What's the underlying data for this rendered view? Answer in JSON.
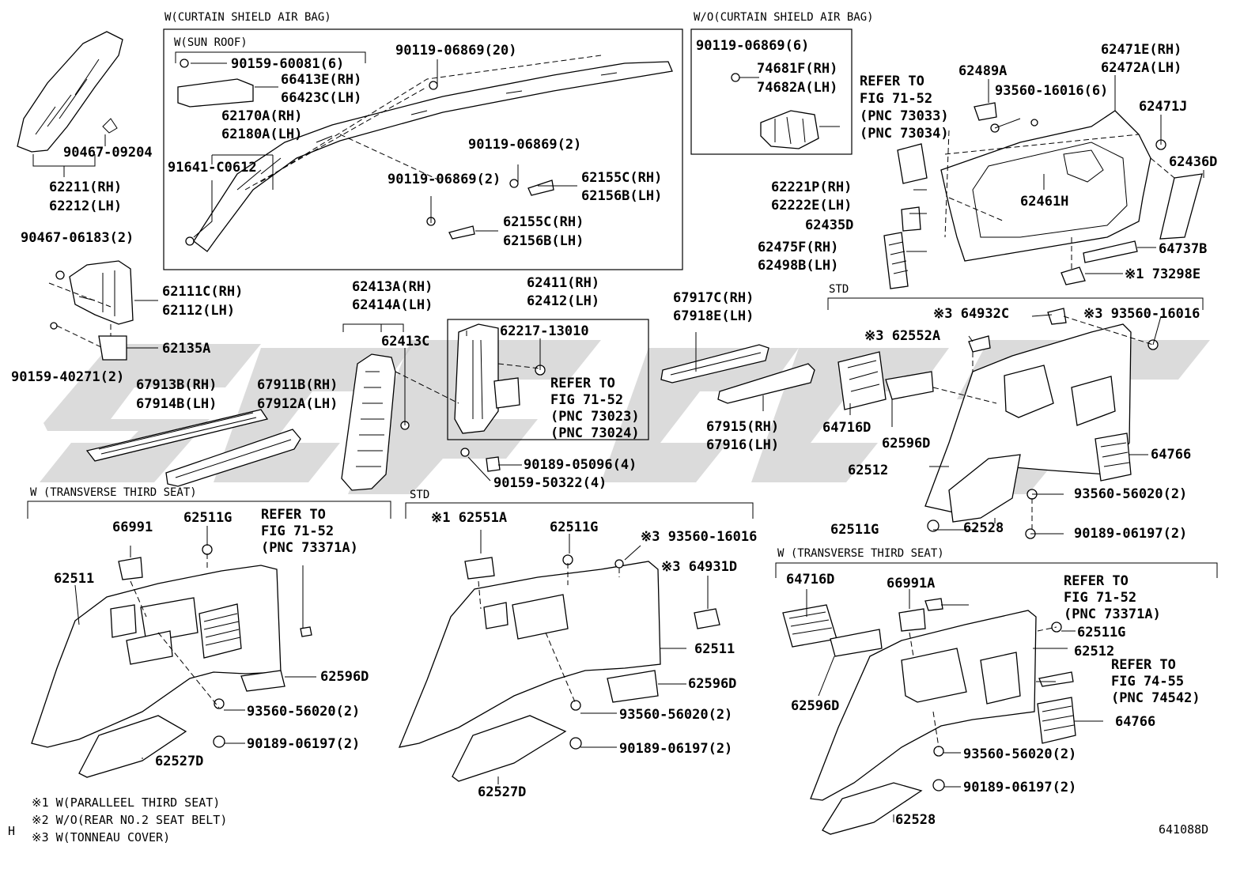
{
  "headers": {
    "curtain_shield": "W(CURTAIN SHIELD AIR BAG)",
    "sun_roof": "W(SUN ROOF)",
    "no_curtain_shield": "W/O(CURTAIN SHIELD AIR BAG)",
    "std_right": "STD",
    "transverse_left": "W (TRANSVERSE THIRD SEAT)",
    "std_bottom": "STD",
    "transverse_right": "W (TRANSVERSE THIRD SEAT)"
  },
  "refer": {
    "r1": [
      "REFER TO",
      "FIG 71-52",
      "(PNC 73033)",
      "(PNC 73034)"
    ],
    "r2": [
      "REFER TO",
      "FIG 71-52",
      "(PNC 73023)",
      "(PNC 73024)"
    ],
    "r3": [
      "REFER TO",
      "FIG 71-52",
      "(PNC 73371A)"
    ],
    "r4": [
      "REFER TO",
      "FIG 71-52",
      "(PNC 73371A)"
    ],
    "r5": [
      "REFER TO",
      "FIG 74-55",
      "(PNC 74542)"
    ]
  },
  "labels": {
    "p62211": "62211(RH)",
    "p62212": "62212(LH)",
    "p90467_09204": "90467-09204",
    "p90467_06183": "90467-06183(2)",
    "p62111c": "62111C(RH)",
    "p62112": "62112(LH)",
    "p62135a": "62135A",
    "p90159_40271": "90159-40271(2)",
    "p90159_60081": "90159-60081(6)",
    "p66413e": "66413E(RH)",
    "p66423c": "66423C(LH)",
    "p62170a": "62170A(RH)",
    "p62180a": "62180A(LH)",
    "p91641": "91641-C0612",
    "p90119_20": "90119-06869(20)",
    "p90119_2a": "90119-06869(2)",
    "p90119_2b": "90119-06869(2)",
    "p62155c_a": "62155C(RH)",
    "p62156b_a": "62156B(LH)",
    "p62155c_b": "62155C(RH)",
    "p62156b_b": "62156B(LH)",
    "p90119_6": "90119-06869(6)",
    "p74681f": "74681F(RH)",
    "p74682a": "74682A(LH)",
    "p62489a": "62489A",
    "p93560_6": "93560-16016(6)",
    "p62471e": "62471E(RH)",
    "p62472a": "62472A(LH)",
    "p62471j": "62471J",
    "p62436d": "62436D",
    "p62461h": "62461H",
    "p62221p": "62221P(RH)",
    "p62222e": "62222E(LH)",
    "p62435d": "62435D",
    "p62475f": "62475F(RH)",
    "p62498b": "62498B(LH)",
    "p64737b": "64737B",
    "p73298e": "※1 73298E",
    "p62413a": "62413A(RH)",
    "p62414a": "62414A(LH)",
    "p62413c": "62413C",
    "p62411": "62411(RH)",
    "p62412": "62412(LH)",
    "p62217": "62217-13010",
    "p67913b": "67913B(RH)",
    "p67914b": "67914B(LH)",
    "p67911b": "67911B(RH)",
    "p67912a": "67912A(LH)",
    "p90189_05096": "90189-05096(4)",
    "p90159_50322": "90159-50322(4)",
    "p67917c": "67917C(RH)",
    "p67918e": "67918E(LH)",
    "p67915": "67915(RH)",
    "p67916": "67916(LH)",
    "p64932c": "※3 64932C",
    "p93560_16016_s3": "※3 93560-16016",
    "p62552a": "※3 62552A",
    "p64716d_a": "64716D",
    "p62596d_a": "62596D",
    "p62512_a": "62512",
    "p64766_a": "64766",
    "p93560_56020_a": "93560-56020(2)",
    "p62511g_a": "62511G",
    "p62528_a": "62528",
    "p90189_06197_a": "90189-06197(2)",
    "p66991": "66991",
    "p62511g_b": "62511G",
    "p62511_a": "62511",
    "p62596d_b": "62596D",
    "p93560_56020_b": "93560-56020(2)",
    "p90189_06197_b": "90189-06197(2)",
    "p62527d_a": "62527D",
    "p62551a": "※1 62551A",
    "p62511g_c": "62511G",
    "p93560_16016_b": "※3 93560-16016",
    "p64931d": "※3 64931D",
    "p62511_b": "62511",
    "p62596d_c": "62596D",
    "p93560_56020_c": "93560-56020(2)",
    "p90189_06197_c": "90189-06197(2)",
    "p62527d_b": "62527D",
    "p64716d_b": "64716D",
    "p66991a": "66991A",
    "p62511g_d": "62511G",
    "p62512_b": "62512",
    "p62596d_d": "62596D",
    "p64766_b": "64766",
    "p93560_56020_d": "93560-56020(2)",
    "p90189_06197_d": "90189-06197(2)",
    "p62528_b": "62528"
  },
  "footnotes": [
    "※1 W(PARALLEEL THIRD SEAT)",
    "※2 W/O(REAR NO.2 SEAT BELT)",
    "※3 W(TONNEAU COVER)"
  ],
  "corner_mark": "H",
  "diagram_id": "641088D",
  "watermark_color": "#bdbdbd"
}
